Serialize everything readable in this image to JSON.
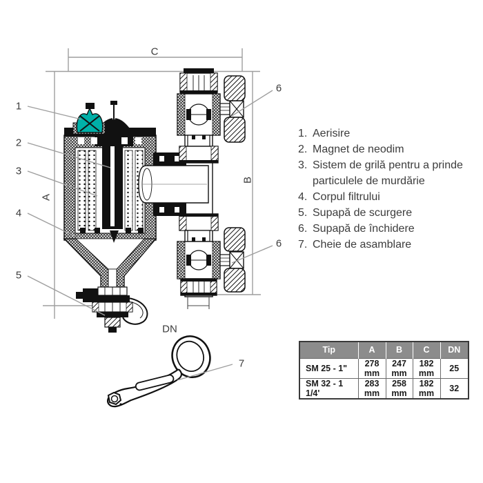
{
  "colors": {
    "vent_teal": "#00b0a8",
    "dim_line": "#9e9e9e",
    "table_header_bg": "#8c8c8c",
    "text_dark": "#3c3c3c"
  },
  "drawing": {
    "dim_labels": {
      "c": "C",
      "a": "A",
      "b": "B",
      "dn": "DN"
    },
    "callouts": {
      "c1": "1",
      "c2": "2",
      "c3": "3",
      "c4": "4",
      "c5": "5",
      "c6_top": "6",
      "c6_bottom": "6",
      "c7": "7"
    }
  },
  "legend": {
    "items": [
      {
        "num": "1.",
        "text": "Aerisire"
      },
      {
        "num": "2.",
        "text": "Magnet de neodim"
      },
      {
        "num": "3.",
        "text": "Sistem de grilă pentru a prinde particulele de murdărie"
      },
      {
        "num": "4.",
        "text": "Corpul filtrului"
      },
      {
        "num": "5.",
        "text": "Supapă de scurgere"
      },
      {
        "num": "6.",
        "text": "Supapă de închidere"
      },
      {
        "num": "7.",
        "text": "Cheie de asamblare"
      }
    ]
  },
  "spec_table": {
    "columns": [
      "Tip",
      "A",
      "B",
      "C",
      "DN"
    ],
    "rows": [
      [
        "SM 25 - 1\"",
        "278 mm",
        "247 mm",
        "182 mm",
        "25"
      ],
      [
        "SM 32 - 1 1/4'",
        "283 mm",
        "258 mm",
        "182 mm",
        "32"
      ]
    ]
  }
}
